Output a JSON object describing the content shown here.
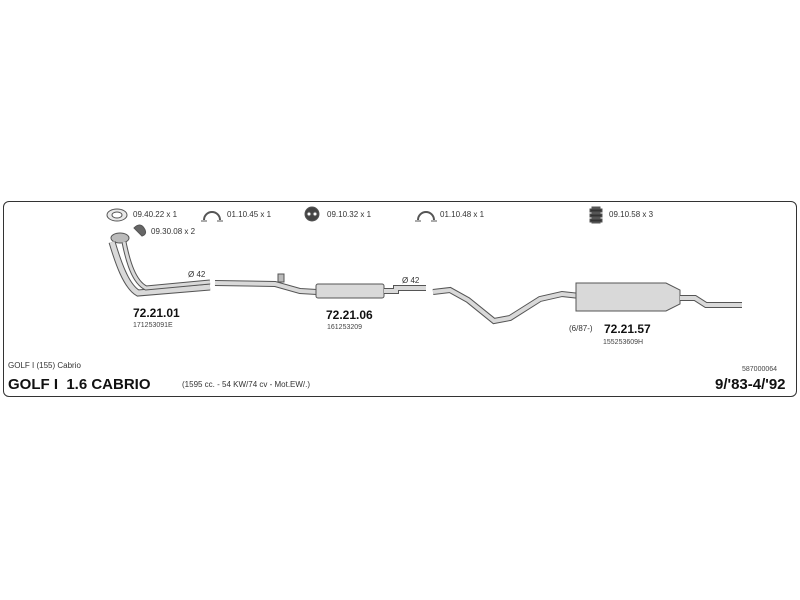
{
  "accessories": [
    {
      "icon": "gasket-ring-icon",
      "label": "09.40.22 x 1"
    },
    {
      "icon": "clamp-icon",
      "label": "01.10.45 x 1"
    },
    {
      "icon": "rubber-mount-icon",
      "label": "09.10.32 x 1"
    },
    {
      "icon": "clamp-icon",
      "label": "01.10.48 x 1"
    },
    {
      "icon": "bolt-set-icon",
      "label": "09.10.58 x 3"
    },
    {
      "icon": "hanger-icon",
      "label": "09.30.08 x 2"
    }
  ],
  "parts": [
    {
      "number": "72.21.01",
      "oem": "171253091E"
    },
    {
      "number": "72.21.06",
      "oem": "161253209"
    },
    {
      "number": "72.21.57",
      "oem": "155253609H",
      "note": "(6/87-)"
    }
  ],
  "diameters": [
    "Ø 42",
    "Ø 42"
  ],
  "vehicle": {
    "model_code": "GOLF I (155) Cabrio",
    "title": "GOLF I  1.6 CABRIO",
    "spec": "(1595 cc. - 54 KW/74 cv - Mot.EW/.)",
    "years": "9/'83-4/'92",
    "catalog_no": "587000064"
  }
}
